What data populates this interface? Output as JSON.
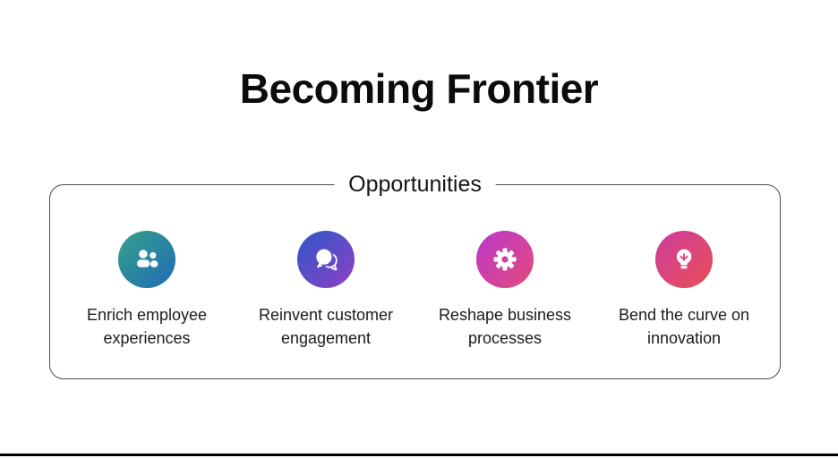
{
  "title": "Becoming Frontier",
  "panel": {
    "label": "Opportunities",
    "border_color": "#4c4c4c",
    "items": [
      {
        "icon": "people-icon",
        "label": "Enrich employee experiences",
        "gradient_from": "#36a18b",
        "gradient_to": "#1f6bb5"
      },
      {
        "icon": "chat-bubbles-icon",
        "label": "Reinvent customer engagement",
        "gradient_from": "#2e57c9",
        "gradient_to": "#8e41c4"
      },
      {
        "icon": "gear-icon",
        "label": "Reshape business processes",
        "gradient_from": "#bb38c9",
        "gradient_to": "#e34a7d"
      },
      {
        "icon": "lightbulb-icon",
        "label": "Bend the curve on innovation",
        "gradient_from": "#cc3c9c",
        "gradient_to": "#ea5056"
      }
    ]
  },
  "footer_bar_color": "#000000"
}
